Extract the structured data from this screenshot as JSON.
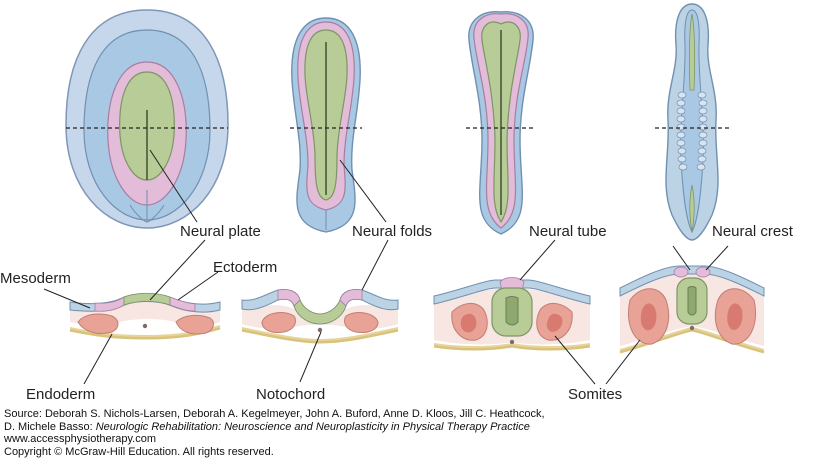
{
  "labels": {
    "neural_plate": "Neural plate",
    "neural_folds": "Neural folds",
    "neural_tube": "Neural tube",
    "neural_crest": "Neural crest",
    "mesoderm": "Mesoderm",
    "ectoderm": "Ectoderm",
    "endoderm": "Endoderm",
    "notochord": "Notochord",
    "somites": "Somites"
  },
  "caption": {
    "source_prefix": "Source: Deborah S. Nichols-Larsen, Deborah A. Kegelmeyer, John A. Buford, Anne D. Kloos, Jill C. Heathcock,",
    "authors_line2": "D. Michele Basso: ",
    "book_title": "Neurologic Rehabilitation: Neuroscience and Neuroplasticity in Physical Therapy Practice",
    "website": "www.accessphysiotherapy.com",
    "copyright": "Copyright © McGraw-Hill Education. All rights reserved."
  },
  "colors": {
    "ectoderm_blue": "#bcd3e6",
    "neural_pink": "#e3bcd9",
    "neural_green": "#b8cc98",
    "mesoderm_red": "#e9a296",
    "endoderm_yellow": "#e6d49a",
    "outline": "#6a8aa8"
  }
}
